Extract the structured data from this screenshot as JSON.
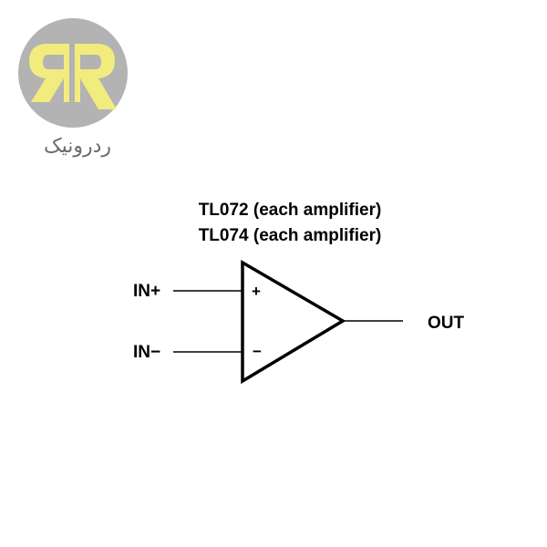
{
  "brand": {
    "logo_icon": "rr-monogram-logo-icon",
    "text": "ردرونیک",
    "colors": {
      "circle": "#b3b3b3",
      "letters": "#f2ec7e"
    }
  },
  "diagram": {
    "title_lines": [
      "TL072 (each amplifier)",
      "TL074 (each amplifier)"
    ],
    "inputs": {
      "non_inverting": "IN+",
      "inverting": "IN−"
    },
    "output": "OUT",
    "signs": {
      "plus": "+",
      "minus": "−"
    }
  }
}
